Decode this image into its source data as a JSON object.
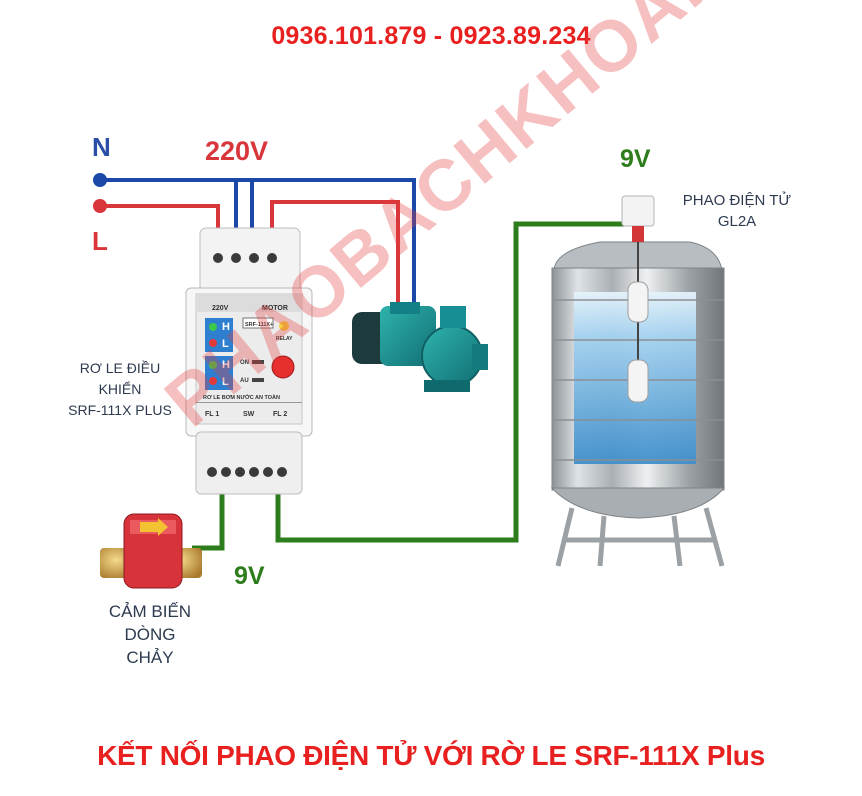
{
  "phone": "0936.101.879 - 0923.89.234",
  "wires": {
    "neutral_label": "N",
    "live_label": "L",
    "supply_voltage": "220V",
    "float_voltage": "9V",
    "sensor_voltage": "9V",
    "colors": {
      "neutral": "#1c48a8",
      "live": "#d9363b",
      "signal": "#2e7d1c"
    }
  },
  "relay": {
    "caption_lines": [
      "RƠ LE ĐIỀU",
      "KHIỂN",
      "SRF-111X PLUS"
    ],
    "supply_label": "220V",
    "motor_label": "MOTOR",
    "model": "SRF-111X+",
    "relay_led": "RELAY",
    "indicator_h": "H",
    "indicator_l": "L",
    "on_label": "ON",
    "au_label": "AU",
    "brand_text": "RƠ LE BƠM NƯỚC AN TOÀN",
    "fl1": "FL 1",
    "sw": "SW",
    "fl2": "FL 2"
  },
  "float_sensor": {
    "caption_lines": [
      "PHAO ĐIỆN TỬ",
      "GL2A"
    ]
  },
  "flow_sensor": {
    "caption_lines": [
      "CẢM BIẾN",
      "DÒNG",
      "CHẢY"
    ]
  },
  "watermark": "PHAOBACHKHOA.COM",
  "title": "KẾT NỐI PHAO ĐIỆN TỬ VỚI RỜ LE SRF-111X Plus"
}
